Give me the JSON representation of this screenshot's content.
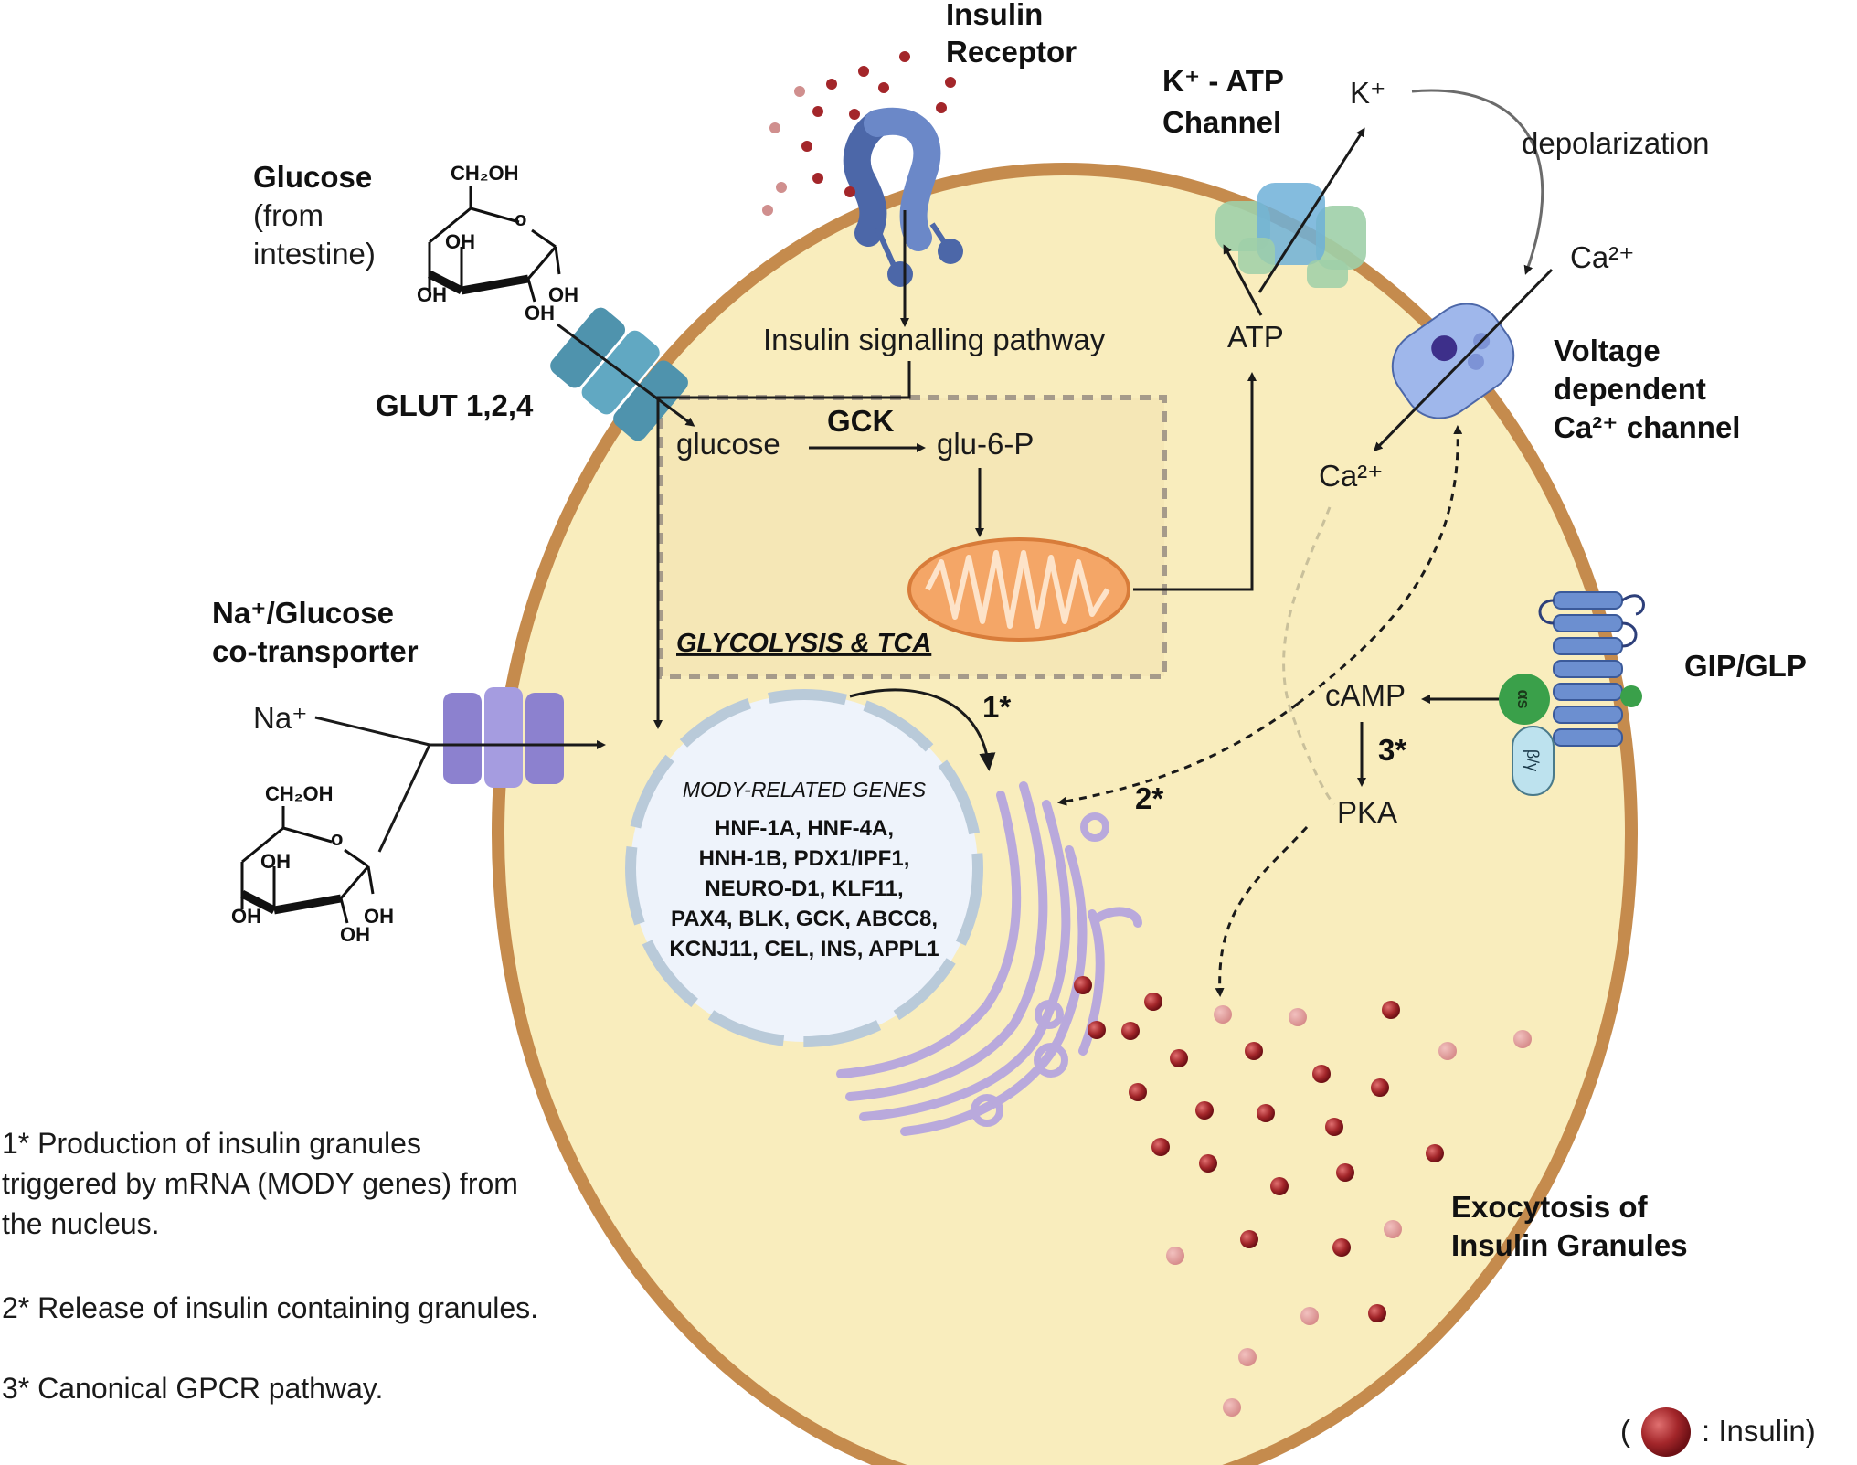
{
  "labels": {
    "insulin_receptor": [
      "Insulin",
      "Receptor"
    ],
    "katp_channel": [
      "K⁺ - ATP",
      "Channel"
    ],
    "k_plus": "K⁺",
    "depolarization": "depolarization",
    "glucose_title": "Glucose",
    "glucose_sub": [
      "(from",
      "intestine)"
    ],
    "ch2oh": "CH₂OH",
    "oh": "OH",
    "ring_o": "o",
    "ca_out": "Ca²⁺",
    "ca_in": "Ca²⁺",
    "vdcc": [
      "Voltage",
      "dependent",
      "Ca²⁺ channel"
    ],
    "glut": "GLUT 1,2,4",
    "insulin_signalling": "Insulin signalling pathway",
    "atp": "ATP",
    "gck": "GCK",
    "glucose_in": "glucose",
    "glu6p": "glu-6-P",
    "glycolysis": "GLYCOLYSIS & TCA",
    "na_glucose": [
      "Na⁺/Glucose",
      "co-transporter"
    ],
    "na_plus": "Na⁺",
    "mody_title": "MODY-RELATED GENES",
    "mody_genes": [
      "HNF-1A, HNF-4A,",
      "HNH-1B, PDX1/IPF1,",
      "NEURO-D1, KLF11,",
      "PAX4, BLK, GCK, ABCC8,",
      "KCNJ11, CEL, INS, APPL1"
    ],
    "step1": "1*",
    "step2": "2*",
    "step3": "3*",
    "camp": "cAMP",
    "pka": "PKA",
    "gip_glp": "GIP/GLP",
    "alpha_s": "αs",
    "beta_gamma": "β/γ",
    "exocytosis": [
      "Exocytosis of",
      "Insulin Granules"
    ],
    "legend": "( ● : Insulin)",
    "legend_text": ": Insulin)",
    "legend_open": "(",
    "notes": [
      [
        "1* Production of insulin granules",
        "triggered by mRNA (MODY genes) from",
        "the nucleus."
      ],
      [
        "2* Release of insulin containing granules."
      ],
      [
        "3* Canonical GPCR pathway."
      ]
    ]
  },
  "colors": {
    "cytoplasm": "#f9edbd",
    "membrane": "#c58b4d",
    "nucleus": "#eef3fb",
    "nucleus_border": "#b9cad9",
    "mitochondria": "#f4a667",
    "er": "#b9a9dc",
    "insulin": "#a3262a",
    "glut": "#4f93ad",
    "sglt": "#8c81cf",
    "receptor": "#5d7bbd",
    "katp_green": "#9fcfa8",
    "katp_blue": "#6fb0d8",
    "vdcc": "#9fb7eb",
    "gpcr": "#6c8fd0",
    "gs_alpha": "#3aa04a"
  }
}
